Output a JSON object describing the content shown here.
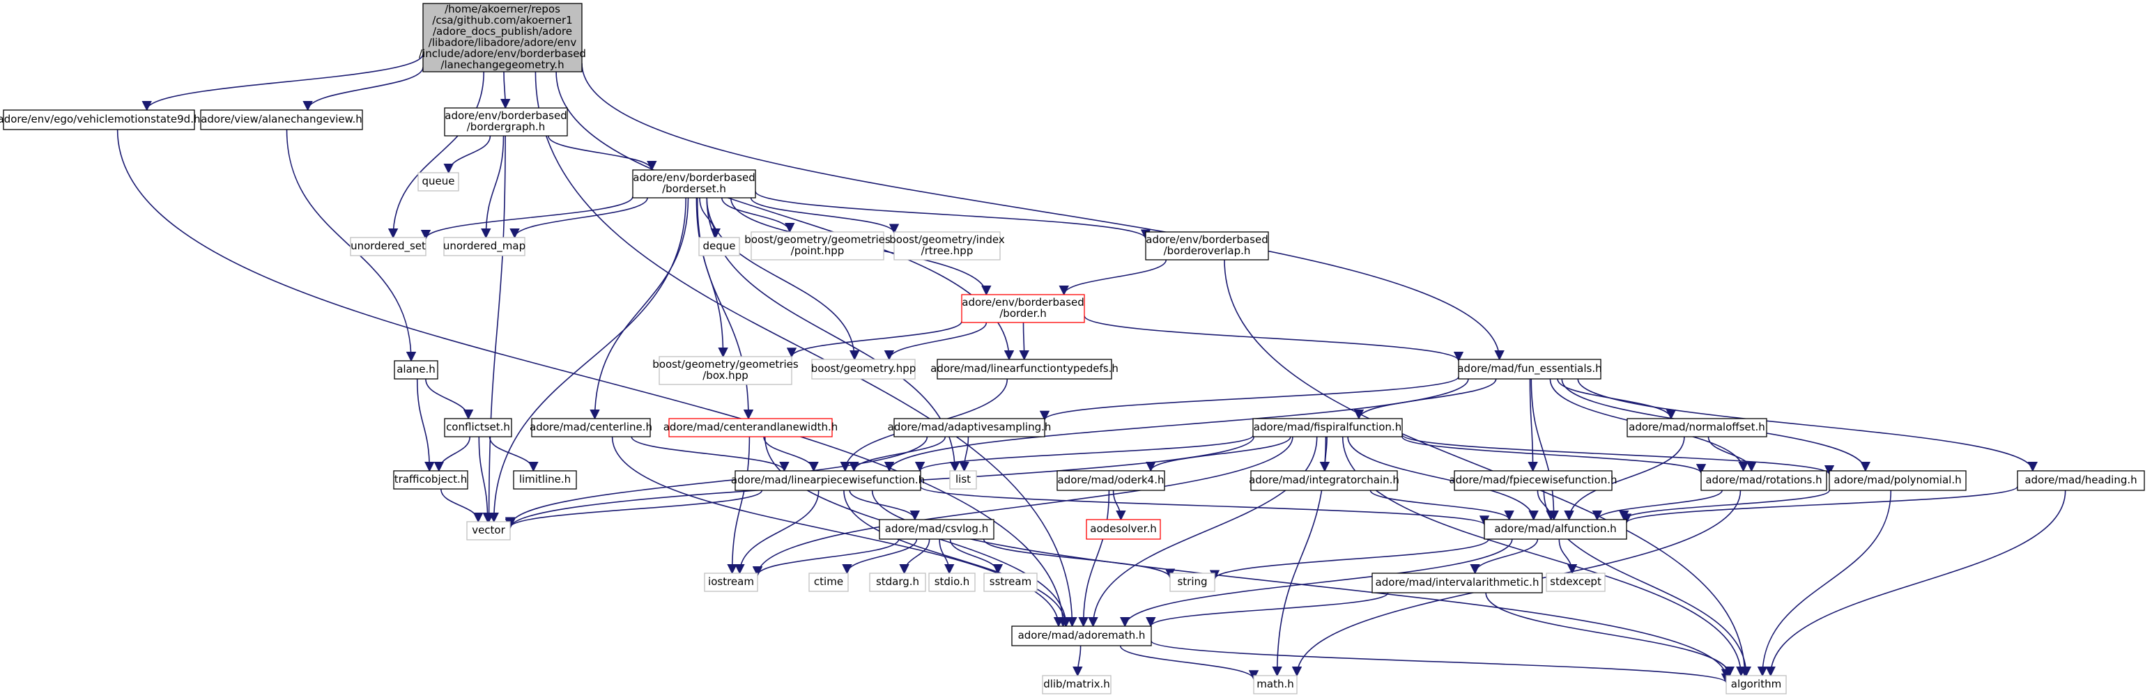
{
  "colors": {
    "edge": "#191970",
    "root_fill": "#bfbfbf",
    "node_border": "#000000",
    "missing_border": "#bfbfbf",
    "missing_text": "#404040",
    "truncated_border": "#ff0000",
    "background": "#ffffff"
  },
  "nodes": [
    {
      "id": "root",
      "kind": "root",
      "lines": [
        "/home/akoerner/repos",
        "/csa/github.com/akoerner1",
        "/adore_docs_publish/adore",
        "/libadore/libadore/adore/env",
        "/include/adore/env/borderbased",
        "/lanechangegeometry.h"
      ]
    },
    {
      "id": "vehiclemotionstate9d",
      "kind": "normal",
      "lines": [
        "adore/env/ego/vehiclemotionstate9d.h"
      ]
    },
    {
      "id": "alanechangeview",
      "kind": "normal",
      "lines": [
        "adore/view/alanechangeview.h"
      ]
    },
    {
      "id": "bordergraph",
      "kind": "normal",
      "lines": [
        "adore/env/borderbased",
        "/bordergraph.h"
      ]
    },
    {
      "id": "queue",
      "kind": "missing",
      "lines": [
        "queue"
      ]
    },
    {
      "id": "borderset",
      "kind": "normal",
      "lines": [
        "adore/env/borderbased",
        "/borderset.h"
      ]
    },
    {
      "id": "unordered_set",
      "kind": "missing",
      "lines": [
        "unordered_set"
      ]
    },
    {
      "id": "unordered_map",
      "kind": "missing",
      "lines": [
        "unordered_map"
      ]
    },
    {
      "id": "deque",
      "kind": "missing",
      "lines": [
        "deque"
      ]
    },
    {
      "id": "bg_point",
      "kind": "missing",
      "lines": [
        "boost/geometry/geometries",
        "/point.hpp"
      ]
    },
    {
      "id": "bg_rtree",
      "kind": "missing",
      "lines": [
        "boost/geometry/index",
        "/rtree.hpp"
      ]
    },
    {
      "id": "borderoverlap",
      "kind": "normal",
      "lines": [
        "adore/env/borderbased",
        "/borderoverlap.h"
      ]
    },
    {
      "id": "border",
      "kind": "truncated",
      "lines": [
        "adore/env/borderbased",
        "/border.h"
      ]
    },
    {
      "id": "bg_box",
      "kind": "missing",
      "lines": [
        "boost/geometry/geometries",
        "/box.hpp"
      ]
    },
    {
      "id": "bg_geometry",
      "kind": "missing",
      "lines": [
        "boost/geometry.hpp"
      ]
    },
    {
      "id": "linearfunctiontypedefs",
      "kind": "normal",
      "lines": [
        "adore/mad/linearfunctiontypedefs.h"
      ]
    },
    {
      "id": "fun_essentials",
      "kind": "normal",
      "lines": [
        "adore/mad/fun_essentials.h"
      ]
    },
    {
      "id": "alane",
      "kind": "normal",
      "lines": [
        "alane.h"
      ]
    },
    {
      "id": "conflictset",
      "kind": "normal",
      "lines": [
        "conflictset.h"
      ]
    },
    {
      "id": "trafficobject",
      "kind": "normal",
      "lines": [
        "trafficobject.h"
      ]
    },
    {
      "id": "limitline",
      "kind": "normal",
      "lines": [
        "limitline.h"
      ]
    },
    {
      "id": "vector",
      "kind": "missing",
      "lines": [
        "vector"
      ]
    },
    {
      "id": "centerline",
      "kind": "normal",
      "lines": [
        "adore/mad/centerline.h"
      ]
    },
    {
      "id": "centerandlanewidth",
      "kind": "truncated",
      "lines": [
        "adore/mad/centerandlanewidth.h"
      ]
    },
    {
      "id": "adaptivesampling",
      "kind": "normal",
      "lines": [
        "adore/mad/adaptivesampling.h"
      ]
    },
    {
      "id": "list",
      "kind": "missing",
      "lines": [
        "list"
      ]
    },
    {
      "id": "fispiralfunction",
      "kind": "normal",
      "lines": [
        "adore/mad/fispiralfunction.h"
      ]
    },
    {
      "id": "normaloffset",
      "kind": "normal",
      "lines": [
        "adore/mad/normaloffset.h"
      ]
    },
    {
      "id": "linearpiecewisefunction",
      "kind": "normal",
      "lines": [
        "adore/mad/linearpiecewisefunction.h"
      ]
    },
    {
      "id": "oderk4",
      "kind": "normal",
      "lines": [
        "adore/mad/oderk4.h"
      ]
    },
    {
      "id": "integratorchain",
      "kind": "normal",
      "lines": [
        "adore/mad/integratorchain.h"
      ]
    },
    {
      "id": "fpiecewisefunction",
      "kind": "normal",
      "lines": [
        "adore/mad/fpiecewisefunction.h"
      ]
    },
    {
      "id": "rotations",
      "kind": "normal",
      "lines": [
        "adore/mad/rotations.h"
      ]
    },
    {
      "id": "polynomial",
      "kind": "normal",
      "lines": [
        "adore/mad/polynomial.h"
      ]
    },
    {
      "id": "heading",
      "kind": "normal",
      "lines": [
        "adore/mad/heading.h"
      ]
    },
    {
      "id": "aodesolver",
      "kind": "truncated",
      "lines": [
        "aodesolver.h"
      ]
    },
    {
      "id": "csvlog",
      "kind": "normal",
      "lines": [
        "adore/mad/csvlog.h"
      ]
    },
    {
      "id": "alfunction",
      "kind": "normal",
      "lines": [
        "adore/mad/alfunction.h"
      ]
    },
    {
      "id": "iostream",
      "kind": "missing",
      "lines": [
        "iostream"
      ]
    },
    {
      "id": "ctime",
      "kind": "missing",
      "lines": [
        "ctime"
      ]
    },
    {
      "id": "stdarg",
      "kind": "missing",
      "lines": [
        "stdarg.h"
      ]
    },
    {
      "id": "stdio",
      "kind": "missing",
      "lines": [
        "stdio.h"
      ]
    },
    {
      "id": "sstream",
      "kind": "missing",
      "lines": [
        "sstream"
      ]
    },
    {
      "id": "string",
      "kind": "missing",
      "lines": [
        "string"
      ]
    },
    {
      "id": "stdexcept",
      "kind": "missing",
      "lines": [
        "stdexcept"
      ]
    },
    {
      "id": "intervalarithmetic",
      "kind": "normal",
      "lines": [
        "adore/mad/intervalarithmetic.h"
      ]
    },
    {
      "id": "adoremath",
      "kind": "normal",
      "lines": [
        "adore/mad/adoremath.h"
      ]
    },
    {
      "id": "dlib_matrix",
      "kind": "missing",
      "lines": [
        "dlib/matrix.h"
      ]
    },
    {
      "id": "math",
      "kind": "missing",
      "lines": [
        "math.h"
      ]
    },
    {
      "id": "algorithm",
      "kind": "missing",
      "lines": [
        "algorithm"
      ]
    }
  ],
  "edges": [
    [
      "root",
      "vehiclemotionstate9d"
    ],
    [
      "root",
      "alanechangeview"
    ],
    [
      "root",
      "bordergraph"
    ],
    [
      "root",
      "unordered_set"
    ],
    [
      "root",
      "linearfunctiontypedefs"
    ],
    [
      "root",
      "fun_essentials"
    ],
    [
      "root",
      "adoremath"
    ],
    [
      "vehiclemotionstate9d",
      "adoremath"
    ],
    [
      "alanechangeview",
      "alane"
    ],
    [
      "bordergraph",
      "queue"
    ],
    [
      "bordergraph",
      "borderset"
    ],
    [
      "bordergraph",
      "unordered_map"
    ],
    [
      "bordergraph",
      "vector"
    ],
    [
      "borderset",
      "unordered_set"
    ],
    [
      "borderset",
      "unordered_map"
    ],
    [
      "borderset",
      "deque"
    ],
    [
      "borderset",
      "bg_point"
    ],
    [
      "borderset",
      "bg_rtree"
    ],
    [
      "borderset",
      "borderoverlap"
    ],
    [
      "borderset",
      "border"
    ],
    [
      "borderset",
      "bg_box"
    ],
    [
      "borderset",
      "bg_geometry"
    ],
    [
      "borderset",
      "vector"
    ],
    [
      "borderset",
      "centerline"
    ],
    [
      "borderset",
      "centerandlanewidth"
    ],
    [
      "borderset",
      "list"
    ],
    [
      "borderoverlap",
      "border"
    ],
    [
      "borderoverlap",
      "algorithm"
    ],
    [
      "border",
      "bg_box"
    ],
    [
      "border",
      "bg_geometry"
    ],
    [
      "border",
      "linearfunctiontypedefs"
    ],
    [
      "border",
      "fun_essentials"
    ],
    [
      "linearfunctiontypedefs",
      "linearpiecewisefunction"
    ],
    [
      "alane",
      "conflictset"
    ],
    [
      "alane",
      "trafficobject"
    ],
    [
      "conflictset",
      "trafficobject"
    ],
    [
      "conflictset",
      "limitline"
    ],
    [
      "conflictset",
      "vector"
    ],
    [
      "trafficobject",
      "vector"
    ],
    [
      "centerline",
      "linearpiecewisefunction"
    ],
    [
      "centerline",
      "adoremath"
    ],
    [
      "centerandlanewidth",
      "linearpiecewisefunction"
    ],
    [
      "centerandlanewidth",
      "iostream"
    ],
    [
      "centerandlanewidth",
      "adoremath"
    ],
    [
      "fun_essentials",
      "adaptivesampling"
    ],
    [
      "fun_essentials",
      "fispiralfunction"
    ],
    [
      "fun_essentials",
      "normaloffset"
    ],
    [
      "fun_essentials",
      "linearpiecewisefunction"
    ],
    [
      "fun_essentials",
      "fpiecewisefunction"
    ],
    [
      "fun_essentials",
      "rotations"
    ],
    [
      "fun_essentials",
      "polynomial"
    ],
    [
      "fun_essentials",
      "heading"
    ],
    [
      "fun_essentials",
      "alfunction"
    ],
    [
      "adaptivesampling",
      "linearpiecewisefunction"
    ],
    [
      "adaptivesampling",
      "list"
    ],
    [
      "adaptivesampling",
      "vector"
    ],
    [
      "fispiralfunction",
      "linearpiecewisefunction"
    ],
    [
      "fispiralfunction",
      "oderk4"
    ],
    [
      "fispiralfunction",
      "integratorchain"
    ],
    [
      "fispiralfunction",
      "rotations"
    ],
    [
      "fispiralfunction",
      "polynomial"
    ],
    [
      "fispiralfunction",
      "alfunction"
    ],
    [
      "fispiralfunction",
      "adoremath"
    ],
    [
      "fispiralfunction",
      "math"
    ],
    [
      "fispiralfunction",
      "algorithm"
    ],
    [
      "fispiralfunction",
      "vector"
    ],
    [
      "fispiralfunction",
      "iostream"
    ],
    [
      "normaloffset",
      "rotations"
    ],
    [
      "normaloffset",
      "alfunction"
    ],
    [
      "linearpiecewisefunction",
      "csvlog"
    ],
    [
      "linearpiecewisefunction",
      "alfunction"
    ],
    [
      "linearpiecewisefunction",
      "vector"
    ],
    [
      "linearpiecewisefunction",
      "iostream"
    ],
    [
      "linearpiecewisefunction",
      "adoremath"
    ],
    [
      "linearpiecewisefunction",
      "algorithm"
    ],
    [
      "oderk4",
      "aodesolver"
    ],
    [
      "oderk4",
      "adoremath"
    ],
    [
      "integratorchain",
      "alfunction"
    ],
    [
      "fpiecewisefunction",
      "alfunction"
    ],
    [
      "fpiecewisefunction",
      "algorithm"
    ],
    [
      "rotations",
      "alfunction"
    ],
    [
      "rotations",
      "math"
    ],
    [
      "polynomial",
      "alfunction"
    ],
    [
      "polynomial",
      "algorithm"
    ],
    [
      "heading",
      "alfunction"
    ],
    [
      "heading",
      "algorithm"
    ],
    [
      "csvlog",
      "iostream"
    ],
    [
      "csvlog",
      "ctime"
    ],
    [
      "csvlog",
      "stdarg"
    ],
    [
      "csvlog",
      "stdio"
    ],
    [
      "csvlog",
      "sstream"
    ],
    [
      "csvlog",
      "string"
    ],
    [
      "alfunction",
      "string"
    ],
    [
      "alfunction",
      "stdexcept"
    ],
    [
      "alfunction",
      "intervalarithmetic"
    ],
    [
      "alfunction",
      "adoremath"
    ],
    [
      "intervalarithmetic",
      "adoremath"
    ],
    [
      "intervalarithmetic",
      "algorithm"
    ],
    [
      "adoremath",
      "dlib_matrix"
    ],
    [
      "adoremath",
      "math"
    ],
    [
      "adoremath",
      "algorithm"
    ]
  ]
}
